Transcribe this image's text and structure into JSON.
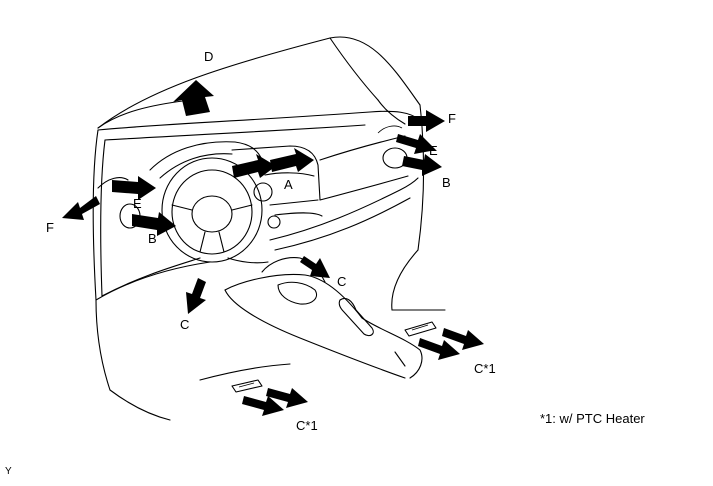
{
  "diagram": {
    "vent_labels": {
      "a": "A",
      "b_left": "B",
      "b_right": "B",
      "c_center": "C",
      "c_floor": "C",
      "c1_rear_left": "C*1",
      "c1_rear_right": "C*1",
      "d": "D",
      "e_left": "E",
      "e_right": "E",
      "f_left": "F",
      "f_right": "F"
    },
    "footnote": "*1: w/ PTC Heater",
    "corner_mark": "Y"
  }
}
